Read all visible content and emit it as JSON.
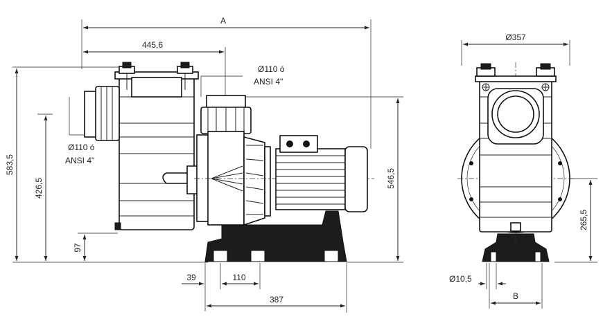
{
  "dims": {
    "overall_length": "A",
    "inlet_axis_offset": "445,6",
    "outlet_port": "Ø110 ó",
    "outlet_port_ansi": "ANSI 4\"",
    "inlet_port": "Ø110 ó",
    "inlet_port_ansi": "ANSI 4\"",
    "total_height": "583,5",
    "inlet_axis_height": "426,5",
    "base_height": "97",
    "outlet_height": "546,5",
    "base_offset": "39",
    "foot_width": "110",
    "base_length": "387",
    "diameter": "Ø357",
    "shaft_height": "265,5",
    "bolt_hole": "Ø10,5",
    "base_width": "B"
  }
}
